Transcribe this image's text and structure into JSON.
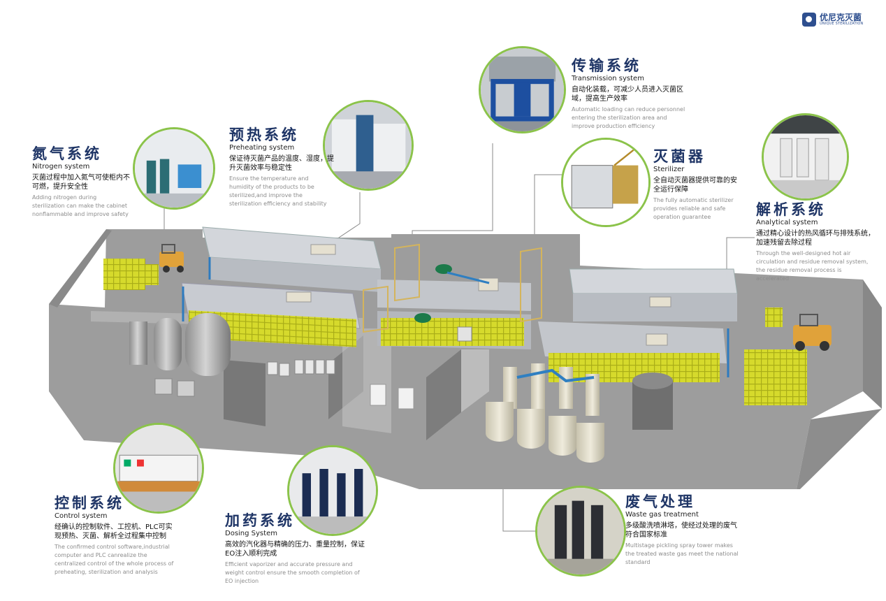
{
  "brand": {
    "name_cn": "优尼克灭菌",
    "name_en": "UNIQUE STERILIZATION"
  },
  "systems": [
    {
      "key": "nitrogen",
      "title_cn": "氮气系统",
      "title_en": "Nitrogen system",
      "desc_cn": "灭菌过程中加入氮气可使柜内不可燃，提升安全性",
      "desc_en": "Adding nitrogen during sterilization can make the cabinet nonflammable and improve safety"
    },
    {
      "key": "preheating",
      "title_cn": "预热系统",
      "title_en": "Preheating system",
      "desc_cn": "保证待灭菌产品的温度、湿度，提升灭菌效率与稳定性",
      "desc_en": "Ensure the temperature and humidity of the products to be sterilized,and improve the sterilization efficiency and stability"
    },
    {
      "key": "transmission",
      "title_cn": "传输系统",
      "title_en": "Transmission system",
      "desc_cn": "自动化装载，可减少人员进入灭菌区域，提高生产效率",
      "desc_en": "Automatic loading can reduce personnel entering the sterilization area and improve production  efficiency"
    },
    {
      "key": "sterilizer",
      "title_cn": "灭菌器",
      "title_en": "Sterilizer",
      "desc_cn": "全自动灭菌器提供可靠的安全运行保障",
      "desc_en": "The fully automatic sterilizer provides reliable and safe operation guarantee"
    },
    {
      "key": "analytical",
      "title_cn": "解析系统",
      "title_en": "Analytical system",
      "desc_cn": "通过精心设计的热风循环与排残系统，加速残留去除过程",
      "desc_en": "Through the well-designed hot air circulation and residue removal system, the residue removal process is accelerated"
    },
    {
      "key": "control",
      "title_cn": "控制系统",
      "title_en": "Control system",
      "desc_cn": "经确认的控制软件、工控机、PLC可实现预热、灭菌、解析全过程集中控制",
      "desc_en": "The confirmed control software,industrial computer and PLC canrealize the centralized control of the whole process of preheating, sterilization and analysis"
    },
    {
      "key": "dosing",
      "title_cn": "加药系统",
      "title_en": "Dosing System",
      "desc_cn": "高效的汽化器与精确的压力、重量控制，保证EO注入顺利完成",
      "desc_en": "Efficient vaporizer and accurate pressure and weight control ensure the smooth completion of EO injection"
    },
    {
      "key": "waste",
      "title_cn": "废气处理",
      "title_en": "Waste gas treatment",
      "desc_cn": "多级酸洗喷淋塔，使经过处理的废气符合国家标准",
      "desc_en": "Multistage pickling spray tower makes the treated waste gas meet the national standard"
    }
  ],
  "colors": {
    "title": "#1f3566",
    "ring": "#8bc34a",
    "floor": "#9d9d9d",
    "wall": "#7a7a7a",
    "product": "#d8dc2a",
    "pipe": "#2f7fc1",
    "forklift": "#e0a23a"
  }
}
